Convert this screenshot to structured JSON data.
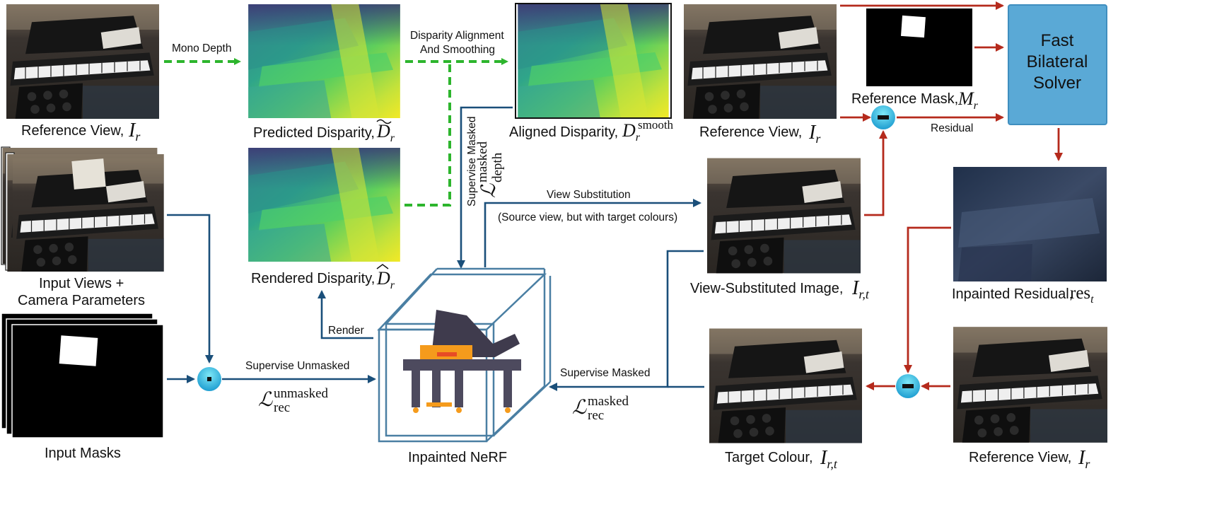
{
  "labels": {
    "mono_depth": "Mono Depth",
    "disp_align_1": "Disparity Alignment",
    "disp_align_2": "And Smoothing",
    "ref_view_1": "Reference View,",
    "ref_view_2": "Reference View,",
    "ref_view_3": "Reference View,",
    "ref_sym": "I",
    "ref_sub": "r",
    "pred_disp": "Predicted Disparity,",
    "pred_sym": "D",
    "pred_sub": "r",
    "aligned_disp": "Aligned Disparity,",
    "aligned_sym": "D",
    "aligned_sub": "r",
    "aligned_sup": "smooth",
    "ref_mask": "Reference Mask,",
    "ref_mask_sym": "M",
    "ref_mask_sub": "r",
    "fbs_1": "Fast",
    "fbs_2": "Bilateral",
    "fbs_3": "Solver",
    "residual": "Residual",
    "input_views_1": "Input Views +",
    "input_views_2": "Camera Parameters",
    "input_masks": "Input Masks",
    "rendered_disp": "Rendered Disparity,",
    "rendered_sym": "D",
    "rendered_sub": "r",
    "supervise_masked_depth": "Supervise Masked",
    "loss_sym": "ℒ",
    "depth_sup": "masked",
    "depth_sub": "depth",
    "view_sub": "View Substitution",
    "view_sub_note": "(Source view, but with target colours)",
    "view_sub_img": "View-Substituted Image,",
    "view_sub_sym": "I",
    "view_sub_sub": "r,t",
    "inpainted_res": "Inpainted Residual,",
    "res_sym": "res",
    "res_sub": "t",
    "render": "Render",
    "supervise_unmasked": "Supervise Unmasked",
    "unmasked_sup": "unmasked",
    "rec_sub": "rec",
    "supervise_masked": "Supervise Masked",
    "masked_sup": "masked",
    "inpainted_nerf": "Inpainted NeRF",
    "target_colour": "Target Colour,",
    "target_sym": "I",
    "target_sub": "r,t"
  },
  "colors": {
    "green_arrow": "#2db52d",
    "blue_arrow": "#1a4f7a",
    "red_arrow": "#b52a1c",
    "solver_box": "#5aa9d6",
    "nerf_cube": "#4a7fa3"
  },
  "icons": [
    "piano-photo",
    "disparity-map",
    "mask-image",
    "subtract-node",
    "multiply-node",
    "piano-icon",
    "nerf-cube"
  ]
}
